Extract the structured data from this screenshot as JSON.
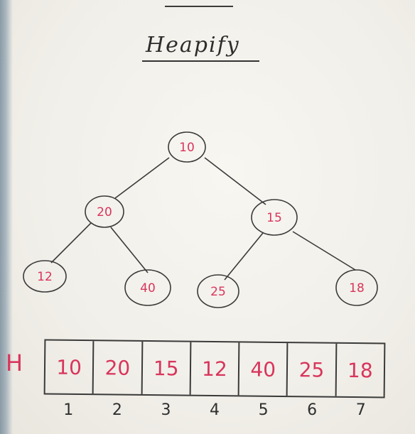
{
  "title": "Heapify",
  "tree": {
    "nodes": [
      {
        "id": "root",
        "label": "10"
      },
      {
        "id": "left",
        "label": "20"
      },
      {
        "id": "right",
        "label": "15"
      },
      {
        "id": "left-left",
        "label": "12"
      },
      {
        "id": "left-right",
        "label": "40"
      },
      {
        "id": "right-left",
        "label": "25"
      },
      {
        "id": "right-right",
        "label": "18"
      }
    ]
  },
  "array": {
    "label": "H",
    "values": [
      "10",
      "20",
      "15",
      "12",
      "40",
      "25",
      "18"
    ],
    "indices": [
      "1",
      "2",
      "3",
      "4",
      "5",
      "6",
      "7"
    ]
  },
  "colors": {
    "ink": "#2d2d2d",
    "marker": "#d8355c"
  }
}
